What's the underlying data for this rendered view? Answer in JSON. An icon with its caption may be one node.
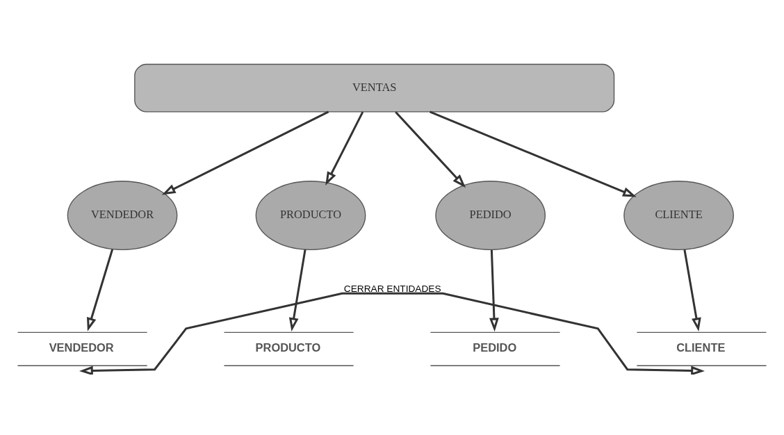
{
  "diagram": {
    "nodes": [
      {
        "text": [
          "VENTAS"
        ]
      },
      {
        "text": [
          "VENDEDOR"
        ]
      },
      {
        "text": [
          "PRODUCTO"
        ]
      },
      {
        "text": [
          "PEDIDO"
        ]
      },
      {
        "text": [
          "CLIENTE"
        ]
      },
      {
        "text": [
          "VENDEDOR"
        ]
      },
      {
        "text": [
          "PRODUCTO"
        ]
      },
      {
        "text": [
          "PEDIDO"
        ]
      },
      {
        "text": [
          "CLIENTE"
        ]
      }
    ],
    "edges": [
      {
        "from": 0,
        "to": 1,
        "arrow": "to"
      },
      {
        "from": 0,
        "to": 2,
        "arrow": "to"
      },
      {
        "from": 0,
        "to": 3,
        "arrow": "to"
      },
      {
        "from": 0,
        "to": 4,
        "arrow": "to"
      },
      {
        "from": 1,
        "to": 5,
        "arrow": "to"
      },
      {
        "from": 2,
        "to": 6,
        "arrow": "to"
      },
      {
        "from": 3,
        "to": 7,
        "arrow": "to"
      },
      {
        "from": 4,
        "to": 8,
        "arrow": "to"
      },
      {
        "from": 5,
        "to": 8,
        "arrow": "both",
        "label": "CERRAR ENTIDADES"
      }
    ]
  }
}
